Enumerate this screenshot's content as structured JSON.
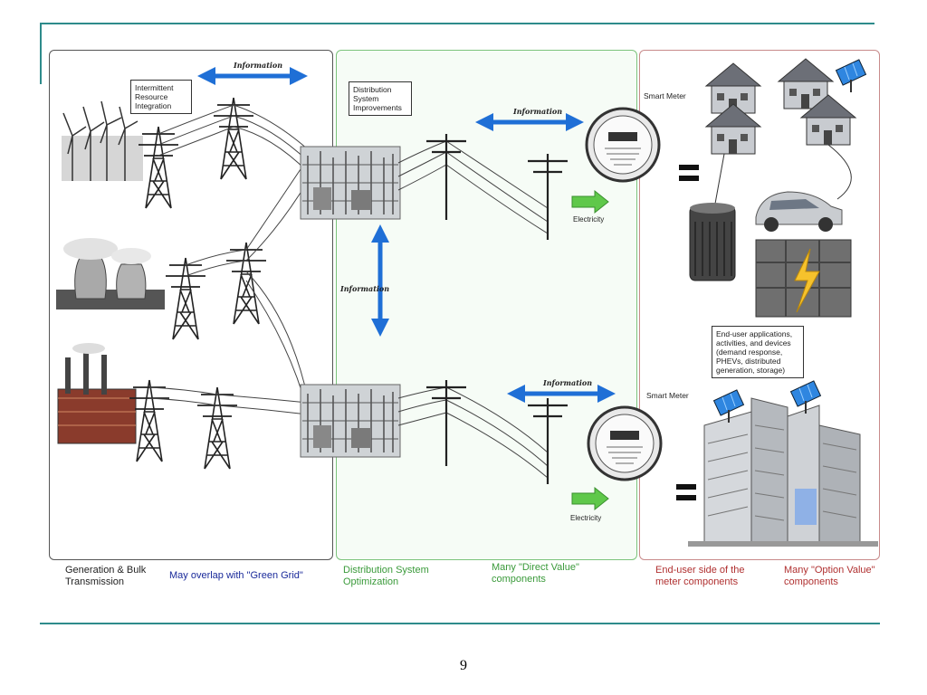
{
  "labels": {
    "intermittent": "Intermittent Resource Integration",
    "distribution_improvements": "Distribution System Improvements",
    "information": "Information",
    "electricity": "Electricity",
    "smart_meter": "Smart Meter",
    "end_user_devices": "End-user applications, activities, and devices (demand response, PHEVs, distributed generation, storage)"
  },
  "captions": {
    "generation": "Generation & Bulk Transmission",
    "green_grid": "May overlap with \"Green Grid\"",
    "distribution": "Distribution System Optimization",
    "direct_value": "Many \"Direct Value\" components",
    "end_user": "End-user side of the meter components",
    "option_value": "Many \"Option Value\" components"
  },
  "colors": {
    "accent_rule": "#2e8b8b",
    "arrow_blue": "#1f6fd6",
    "arrow_green": "#5fc84a",
    "dist_green": "#3a9a3a",
    "end_red": "#b03030",
    "green_grid_blue": "#1a2a9a"
  },
  "page_number": "9"
}
